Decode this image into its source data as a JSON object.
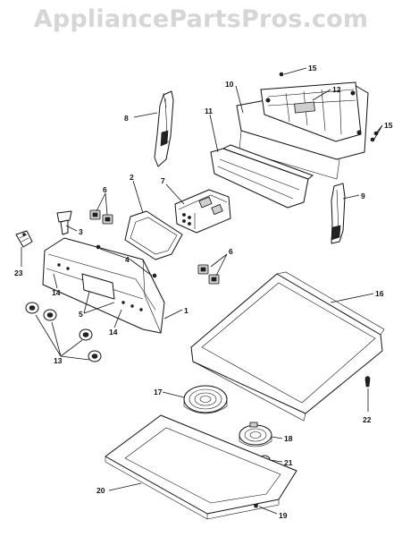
{
  "watermark": "AppliancePartsPros.com",
  "callouts": [
    "1",
    "2",
    "3",
    "4",
    "5",
    "6",
    "7",
    "8",
    "9",
    "10",
    "11",
    "12",
    "13",
    "14",
    "15",
    "16",
    "17",
    "18",
    "19",
    "20",
    "21",
    "22",
    "23"
  ],
  "colors": {
    "ink": "#111111",
    "watermark": "#d6d6d6",
    "background": "#ffffff"
  }
}
